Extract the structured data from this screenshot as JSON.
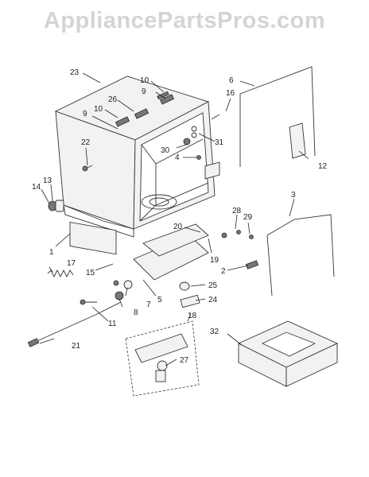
{
  "watermark": "AppliancePartsPros.com",
  "callouts": [
    {
      "id": "c23",
      "text": "23"
    },
    {
      "id": "c10a",
      "text": "10"
    },
    {
      "id": "c9a",
      "text": "9"
    },
    {
      "id": "c26",
      "text": "26"
    },
    {
      "id": "c10b",
      "text": "10"
    },
    {
      "id": "c9b",
      "text": "9"
    },
    {
      "id": "c6",
      "text": "6"
    },
    {
      "id": "c16",
      "text": "16"
    },
    {
      "id": "c22",
      "text": "22"
    },
    {
      "id": "c30",
      "text": "30"
    },
    {
      "id": "c31",
      "text": "31"
    },
    {
      "id": "c4",
      "text": "4"
    },
    {
      "id": "c12",
      "text": "12"
    },
    {
      "id": "c13",
      "text": "13"
    },
    {
      "id": "c14",
      "text": "14"
    },
    {
      "id": "c3",
      "text": "3"
    },
    {
      "id": "c20",
      "text": "20"
    },
    {
      "id": "c28",
      "text": "28"
    },
    {
      "id": "c29",
      "text": "29"
    },
    {
      "id": "c1",
      "text": "1"
    },
    {
      "id": "c17",
      "text": "17"
    },
    {
      "id": "c19",
      "text": "19"
    },
    {
      "id": "c2",
      "text": "2"
    },
    {
      "id": "c15",
      "text": "15"
    },
    {
      "id": "c25",
      "text": "25"
    },
    {
      "id": "c7",
      "text": "7"
    },
    {
      "id": "c5",
      "text": "5"
    },
    {
      "id": "c8",
      "text": "8"
    },
    {
      "id": "c24",
      "text": "24"
    },
    {
      "id": "c18",
      "text": "18"
    },
    {
      "id": "c11",
      "text": "11"
    },
    {
      "id": "c32",
      "text": "32"
    },
    {
      "id": "c27",
      "text": "27"
    },
    {
      "id": "c21",
      "text": "21"
    }
  ]
}
